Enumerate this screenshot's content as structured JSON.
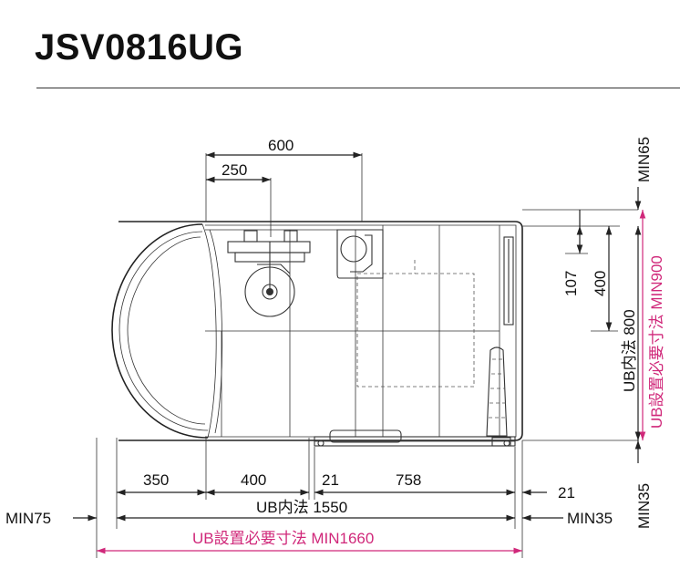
{
  "title": "JSV0816UG",
  "colors": {
    "line": "#222222",
    "required_dimension": "#d0287a"
  },
  "dimensions": {
    "top_600": "600",
    "top_250": "250",
    "bottom_350": "350",
    "bottom_400": "400",
    "bottom_21_left": "21",
    "bottom_758": "758",
    "bottom_21_right": "21",
    "ub_inner_width": "UB内法 1550",
    "ub_required_width": "UB設置必要寸法 MIN1660",
    "min75": "MIN75",
    "min35_bottom_right": "MIN35",
    "min65_top": "MIN65",
    "right_107": "107",
    "right_400": "400",
    "ub_inner_depth": "UB内法 800",
    "ub_required_depth": "UB設置必要寸法 MIN900",
    "min35_right_bottom": "MIN35"
  }
}
